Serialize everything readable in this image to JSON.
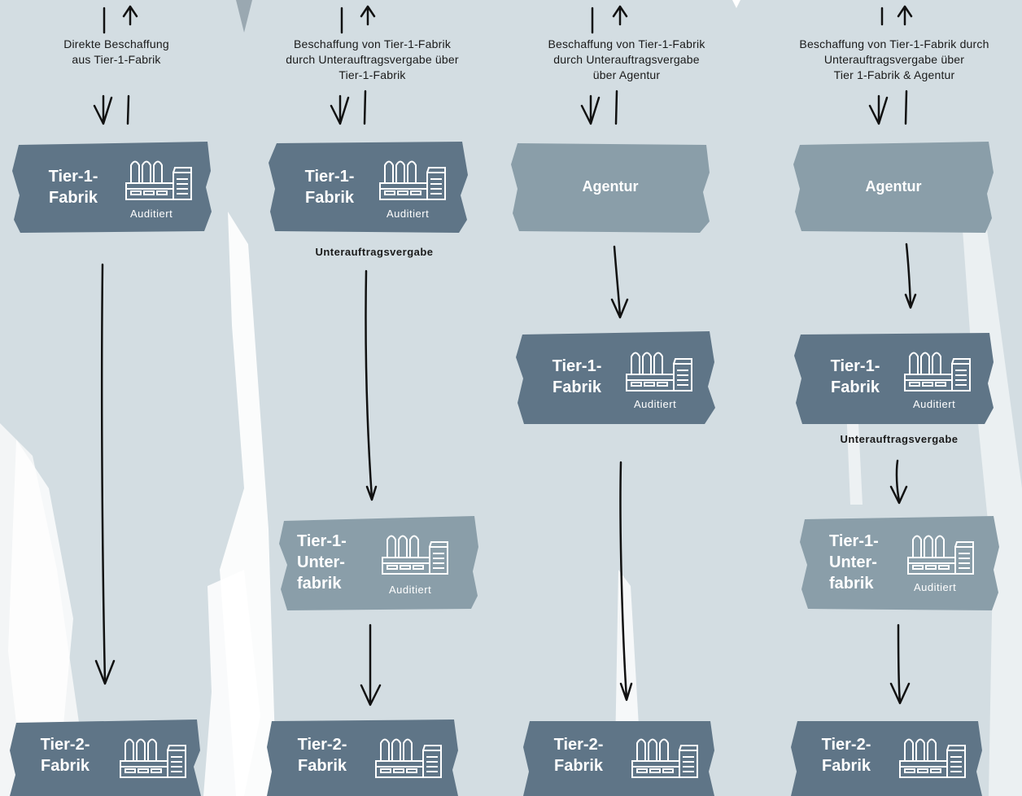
{
  "colors": {
    "background": "#d3dde2",
    "dark_box": "#5f7587",
    "light_box": "#8a9ea9",
    "text_dark": "#1a1a1a"
  },
  "columns": [
    {
      "caption": [
        "Direkte Beschaffung",
        "aus Tier-1-Fabrik"
      ],
      "boxes": [
        {
          "title": [
            "Tier-1-",
            "Fabrik"
          ],
          "tag": "Auditiert"
        },
        {
          "title": [
            "Tier-2-",
            "Fabrik"
          ],
          "tag": ""
        }
      ]
    },
    {
      "caption": [
        "Beschaffung von Tier-1-Fabrik",
        "durch Unterauftragsvergabe über",
        "Tier-1-Fabrik"
      ],
      "boxes": [
        {
          "title": [
            "Tier-1-",
            "Fabrik"
          ],
          "tag": "Auditiert"
        },
        {
          "title": [
            "Tier-1-",
            "Unter-",
            "fabrik"
          ],
          "tag": "Auditiert"
        },
        {
          "title": [
            "Tier-2-",
            "Fabrik"
          ],
          "tag": ""
        }
      ],
      "sublabel": "Unterauftragsvergabe"
    },
    {
      "caption": [
        "Beschaffung von Tier-1-Fabrik",
        "durch Unterauftragsvergabe",
        "über Agentur"
      ],
      "boxes": [
        {
          "title": [
            "Agentur"
          ]
        },
        {
          "title": [
            "Tier-1-",
            "Fabrik"
          ],
          "tag": "Auditiert"
        },
        {
          "title": [
            "Tier-2-",
            "Fabrik"
          ],
          "tag": ""
        }
      ]
    },
    {
      "caption": [
        "Beschaffung von Tier-1-Fabrik durch",
        "Unterauftragsvergabe über",
        "Tier 1-Fabrik & Agentur"
      ],
      "boxes": [
        {
          "title": [
            "Agentur"
          ]
        },
        {
          "title": [
            "Tier-1-",
            "Fabrik"
          ],
          "tag": "Auditiert"
        },
        {
          "title": [
            "Tier-1-",
            "Unter-",
            "fabrik"
          ],
          "tag": "Auditiert"
        },
        {
          "title": [
            "Tier-2-",
            "Fabrik"
          ],
          "tag": ""
        }
      ],
      "sublabel": "Unterauftragsvergabe"
    }
  ],
  "icons": [
    "factory-icon",
    "arrow-up-icon",
    "arrow-down-icon"
  ]
}
